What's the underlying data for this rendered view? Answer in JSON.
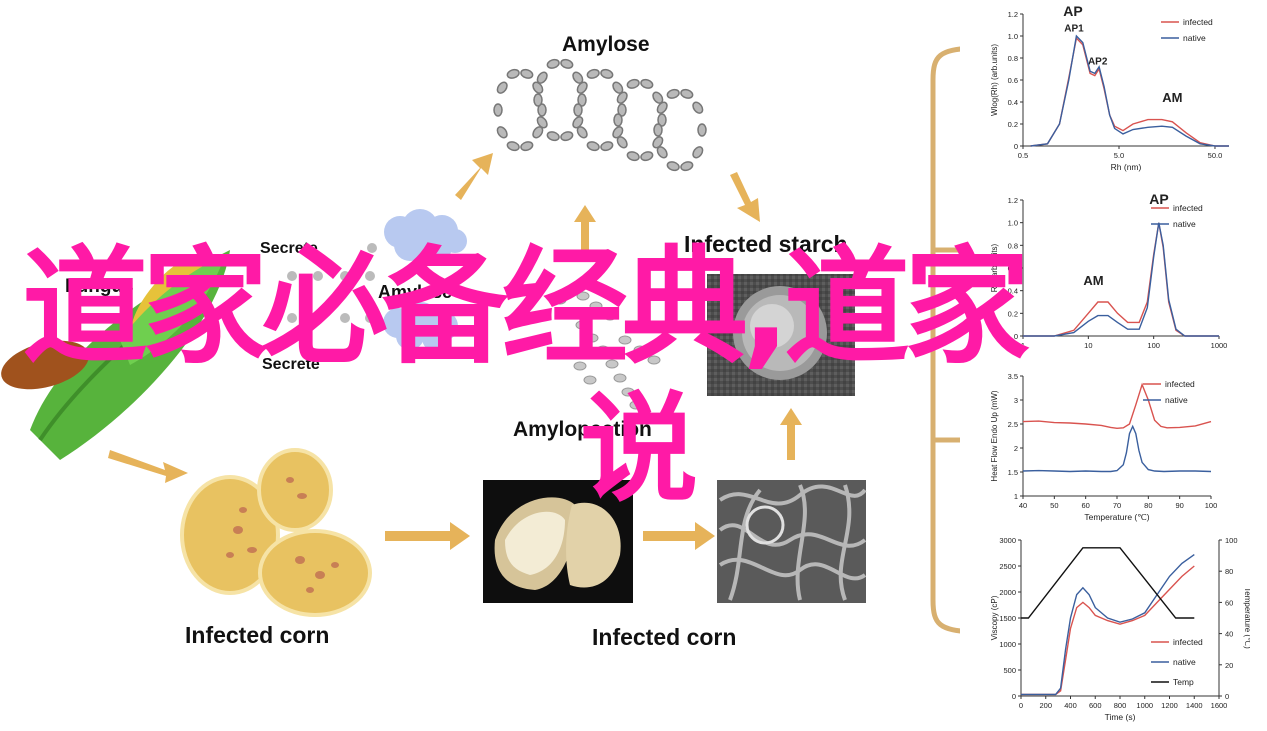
{
  "diagram": {
    "amylose": "Amylose",
    "infected_starch": "Infected starch",
    "fungus": "Fungus",
    "secrete_top": "Secrete",
    "amylase": "Amylase",
    "secrete_bottom": "Secrete",
    "amylopectin": "Amylopection",
    "infected_corn_left": "Infected corn",
    "infected_corn_right": "Infected corn"
  },
  "overlay": {
    "line1": "道家必备经典,道家",
    "line2": "说"
  },
  "colors": {
    "infected": "#d9534f",
    "native": "#3a5f9e",
    "temp": "#111111",
    "arrow": "#e6b35a",
    "bracket": "#d8b070",
    "overlay": "#ff1aa6"
  },
  "chart_data": [
    {
      "type": "line",
      "title": "AP",
      "ylabel": "Wlog(Rh) (arb.units)",
      "xlabel": "Rh (nm)",
      "log_x": true,
      "xlim": [
        0.5,
        70
      ],
      "ylim": [
        0,
        1.2
      ],
      "x_ticks": [
        "0.5",
        "5.0",
        "50.0"
      ],
      "y_ticks": [
        "0",
        "0.2",
        "0.4",
        "0.6",
        "0.8",
        "1.0",
        "1.2"
      ],
      "annotations": [
        {
          "text": "AP1",
          "x": 1.7,
          "y": 1.04
        },
        {
          "text": "AP2",
          "x": 3.0,
          "y": 0.74
        },
        {
          "text": "AM",
          "x": 18,
          "y": 0.4
        }
      ],
      "series": [
        {
          "name": "infected",
          "x": [
            0.6,
            0.9,
            1.2,
            1.5,
            1.8,
            2.1,
            2.5,
            2.8,
            3.1,
            3.5,
            4.0,
            4.5,
            5.5,
            7,
            10,
            14,
            18,
            25,
            35,
            50,
            70
          ],
          "y": [
            0,
            0.02,
            0.2,
            0.62,
            0.98,
            0.92,
            0.66,
            0.64,
            0.7,
            0.52,
            0.28,
            0.18,
            0.14,
            0.2,
            0.24,
            0.24,
            0.22,
            0.12,
            0.03,
            0,
            0
          ]
        },
        {
          "name": "native",
          "x": [
            0.6,
            0.9,
            1.2,
            1.5,
            1.8,
            2.1,
            2.5,
            2.8,
            3.1,
            3.5,
            4.0,
            4.5,
            5.5,
            7,
            10,
            14,
            18,
            25,
            35,
            50,
            70
          ],
          "y": [
            0,
            0.02,
            0.2,
            0.6,
            1.0,
            0.94,
            0.68,
            0.66,
            0.72,
            0.54,
            0.28,
            0.16,
            0.11,
            0.15,
            0.17,
            0.18,
            0.17,
            0.09,
            0.02,
            0,
            0
          ]
        }
      ]
    },
    {
      "type": "line",
      "title": "AP",
      "ylabel": "Rh (arb.units)",
      "xlabel": "",
      "log_x": true,
      "xlim": [
        1,
        1000
      ],
      "ylim": [
        0,
        1.2
      ],
      "x_ticks": [
        "1",
        "10",
        "100",
        "1000"
      ],
      "y_ticks": [
        "0",
        "0.2",
        "0.4",
        "0.6",
        "0.8",
        "1.0",
        "1.2"
      ],
      "annotations": [
        {
          "text": "AM",
          "x": 12,
          "y": 0.45
        }
      ],
      "series": [
        {
          "name": "infected",
          "x": [
            1,
            3,
            6,
            10,
            14,
            20,
            28,
            40,
            60,
            80,
            100,
            120,
            140,
            170,
            220,
            300,
            1000
          ],
          "y": [
            0,
            0,
            0.05,
            0.2,
            0.3,
            0.3,
            0.2,
            0.12,
            0.12,
            0.3,
            0.72,
            1.0,
            0.78,
            0.3,
            0.05,
            0,
            0
          ]
        },
        {
          "name": "native",
          "x": [
            1,
            3,
            6,
            10,
            14,
            20,
            28,
            40,
            60,
            80,
            100,
            120,
            140,
            170,
            220,
            300,
            1000
          ],
          "y": [
            0,
            0,
            0.03,
            0.13,
            0.18,
            0.18,
            0.12,
            0.06,
            0.06,
            0.25,
            0.7,
            1.0,
            0.8,
            0.32,
            0.06,
            0,
            0
          ]
        }
      ]
    },
    {
      "type": "line",
      "title": "",
      "ylabel": "Heat Flow Endo Up (mW)",
      "xlabel": "Temperature (℃)",
      "log_x": false,
      "xlim": [
        40,
        100
      ],
      "ylim": [
        1,
        3.5
      ],
      "x_ticks": [
        "40",
        "50",
        "60",
        "70",
        "80",
        "90",
        "100"
      ],
      "y_ticks": [
        "1",
        "1.5",
        "2",
        "2.5",
        "3",
        "3.5"
      ],
      "annotations": [],
      "series": [
        {
          "name": "infected",
          "x": [
            40,
            45,
            50,
            55,
            60,
            65,
            68,
            70,
            72,
            74,
            76,
            78,
            80,
            82,
            84,
            86,
            90,
            95,
            100
          ],
          "y": [
            2.55,
            2.56,
            2.53,
            2.52,
            2.5,
            2.47,
            2.43,
            2.41,
            2.42,
            2.5,
            2.9,
            3.32,
            3.0,
            2.58,
            2.45,
            2.42,
            2.43,
            2.46,
            2.55
          ]
        },
        {
          "name": "native",
          "x": [
            40,
            45,
            50,
            55,
            60,
            65,
            68,
            70,
            72,
            73,
            74,
            75,
            76,
            77,
            78,
            80,
            82,
            85,
            90,
            95,
            100
          ],
          "y": [
            1.52,
            1.53,
            1.52,
            1.51,
            1.52,
            1.51,
            1.51,
            1.53,
            1.65,
            1.9,
            2.3,
            2.45,
            2.3,
            1.95,
            1.7,
            1.55,
            1.52,
            1.51,
            1.52,
            1.52,
            1.51
          ]
        }
      ]
    },
    {
      "type": "line",
      "title": "",
      "ylabel": "Viscopy (cP)",
      "ylabel_right": "Temperature (℃)",
      "xlabel": "Time (s)",
      "log_x": false,
      "xlim": [
        0,
        1600
      ],
      "ylim": [
        0,
        3000
      ],
      "ylim_right": [
        0,
        100
      ],
      "x_ticks": [
        "0",
        "200",
        "400",
        "600",
        "800",
        "1000",
        "1200",
        "1400",
        "1600"
      ],
      "y_ticks": [
        "0",
        "500",
        "1000",
        "1500",
        "2000",
        "2500",
        "3000"
      ],
      "y_ticks_right": [
        "0",
        "20",
        "40",
        "60",
        "80",
        "100"
      ],
      "annotations": [],
      "series": [
        {
          "name": "infected",
          "x": [
            0,
            280,
            320,
            360,
            400,
            450,
            500,
            550,
            600,
            700,
            800,
            900,
            1000,
            1100,
            1200,
            1300,
            1400
          ],
          "y": [
            30,
            30,
            100,
            700,
            1300,
            1700,
            1800,
            1700,
            1550,
            1450,
            1380,
            1450,
            1550,
            1800,
            2050,
            2300,
            2500
          ]
        },
        {
          "name": "native",
          "x": [
            0,
            280,
            320,
            360,
            400,
            450,
            500,
            550,
            600,
            700,
            800,
            900,
            1000,
            1100,
            1200,
            1300,
            1400
          ],
          "y": [
            30,
            30,
            150,
            900,
            1500,
            1950,
            2080,
            1950,
            1700,
            1500,
            1420,
            1480,
            1600,
            1950,
            2300,
            2550,
            2720
          ]
        },
        {
          "name": "Temp",
          "axis": "right",
          "x": [
            0,
            60,
            500,
            800,
            1250,
            1400
          ],
          "y": [
            50,
            50,
            95,
            95,
            50,
            50
          ]
        }
      ]
    }
  ]
}
